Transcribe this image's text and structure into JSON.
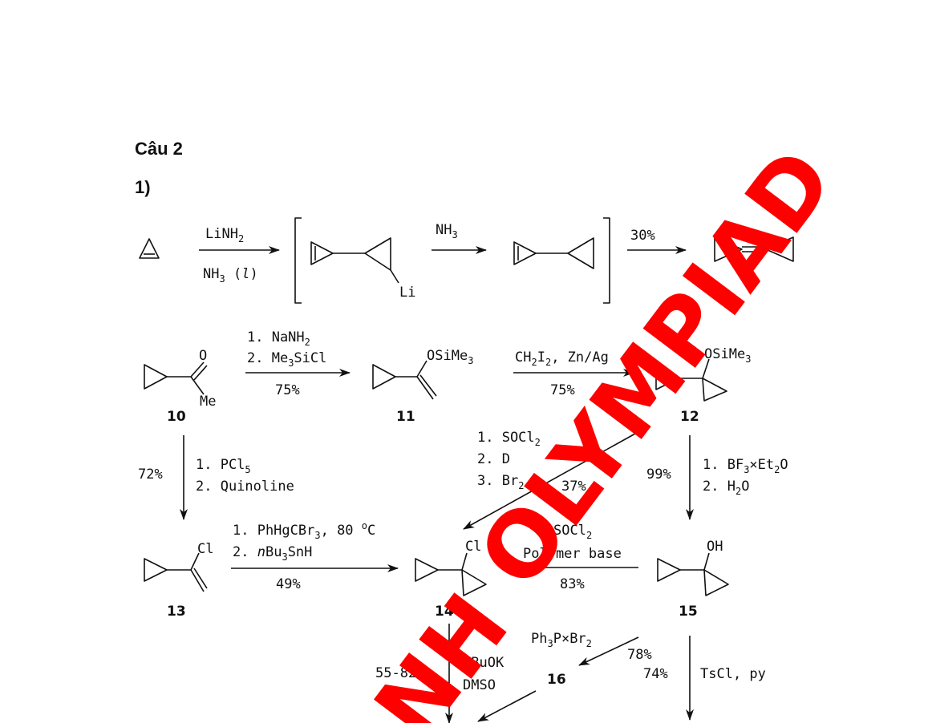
{
  "section": {
    "title": "Câu 2",
    "part": "1)"
  },
  "row1": {
    "reagent_top": "LiNH",
    "reagent_top_sub": "2",
    "reagent_bottom": "NH",
    "reagent_bottom_sub": "3",
    "reagent_bottom_state": "l",
    "inter_atom": "Li",
    "reagent2": "NH",
    "reagent2_sub": "3",
    "yield": "30%"
  },
  "row2": {
    "c10_o": "O",
    "c10_me": "Me",
    "step1_line1": "1. NaNH",
    "step1_line1_sub": "2",
    "step1_line2a": "2. Me",
    "step1_line2_sub": "3",
    "step1_line2b": "SiCl",
    "step1_yield": "75%",
    "c11_label": "OSiMe",
    "c11_label_sub": "3",
    "step2_a": "CH",
    "step2_sub1": "2",
    "step2_b": "I",
    "step2_sub2": "2",
    "step2_c": ", Zn/Ag",
    "step2_yield": "75%",
    "c12_label": "OSiMe",
    "c12_label_sub": "3"
  },
  "compound_numbers": {
    "c10": "10",
    "c11": "11",
    "c12": "12",
    "c13": "13",
    "c14": "14",
    "c15": "15",
    "c16": "16"
  },
  "arrows": {
    "a10_13_yield": "72%",
    "a10_13_l1": "1. PCl",
    "a10_13_l1_sub": "5",
    "a10_13_l2": "2. Quinoline",
    "a12_14_l1": "1. SOCl",
    "a12_14_l1_sub": "2",
    "a12_14_l2": "2. D",
    "a12_14_l3": "3. Br",
    "a12_14_l3_sub": "2",
    "a12_14_yield": "37%",
    "a12_15_yield": "99%",
    "a12_15_l1a": "1. BF",
    "a12_15_l1_sub": "3",
    "a12_15_l1b": "×Et",
    "a12_15_l1_sub2": "2",
    "a12_15_l1c": "O",
    "a12_15_l2a": "2. H",
    "a12_15_l2_sub": "2",
    "a12_15_l2b": "O",
    "a13_14_l1": "1. PhHgCBr",
    "a13_14_l1_sub": "3",
    "a13_14_l1b": ", 80 ",
    "a13_14_deg": "o",
    "a13_14_l1c": "C",
    "a13_14_l2_prefix": "2. ",
    "a13_14_l2_italic": "n",
    "a13_14_l2b": "Bu",
    "a13_14_l2_sub": "3",
    "a13_14_l2c": "SnH",
    "a13_14_yield": "49%",
    "c13_cl": "Cl",
    "c14_cl": "Cl",
    "a15_14_l1": "SOCl",
    "a15_14_l1_sub": "2",
    "a15_14_l2": "Polymer base",
    "a15_14_yield": "83%",
    "c15_oh": "OH",
    "a14_down_yield": "55-82%",
    "a14_down_l1": "tBuOK",
    "a14_down_l2": "DMSO",
    "a15_16_a": "Ph",
    "a15_16_sub": "3",
    "a15_16_b": "P×Br",
    "a15_16_sub2": "2",
    "a15_16_yield": "78%",
    "a15_down_yield": "74%",
    "a15_down_reagent": "TsCl, py"
  },
  "watermark": {
    "line1": "OLYMPIAD",
    "line2": "NH"
  },
  "colors": {
    "watermark": "#ff0000",
    "ink": "#111111"
  }
}
